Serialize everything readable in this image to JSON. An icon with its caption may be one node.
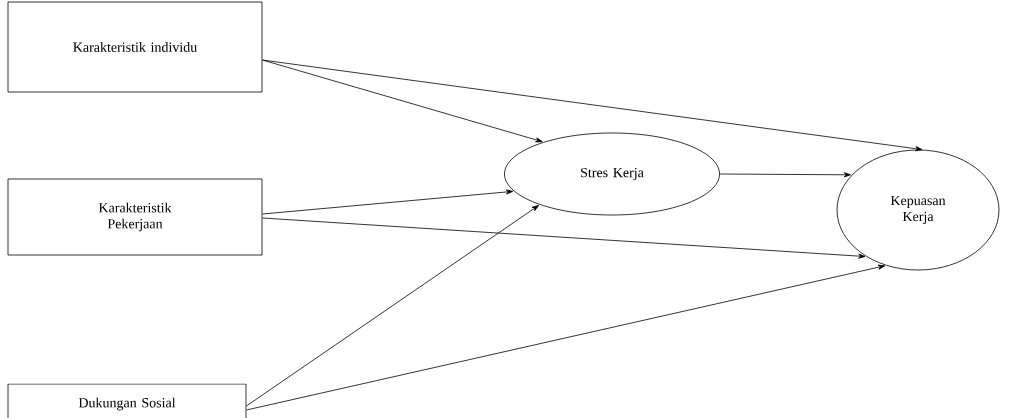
{
  "diagram": {
    "nodes": [
      {
        "text": [
          "Karakteristik individu"
        ]
      },
      {
        "text": [
          "Karakteristik Pekerjaan"
        ]
      },
      {
        "text": [
          "Dukungan Sosial"
        ]
      },
      {
        "text": [
          "Stres Kerja"
        ]
      },
      {
        "text": [
          "Kepuasan Kerja"
        ]
      }
    ],
    "edges": [
      {
        "from": 0,
        "to": 3,
        "arrow": "to"
      },
      {
        "from": 0,
        "to": 4,
        "arrow": "to"
      },
      {
        "from": 1,
        "to": 3,
        "arrow": "to"
      },
      {
        "from": 1,
        "to": 4,
        "arrow": "to"
      },
      {
        "from": 2,
        "to": 3,
        "arrow": "to"
      },
      {
        "from": 2,
        "to": 4,
        "arrow": "to"
      },
      {
        "from": 3,
        "to": 4,
        "arrow": "to"
      }
    ]
  }
}
